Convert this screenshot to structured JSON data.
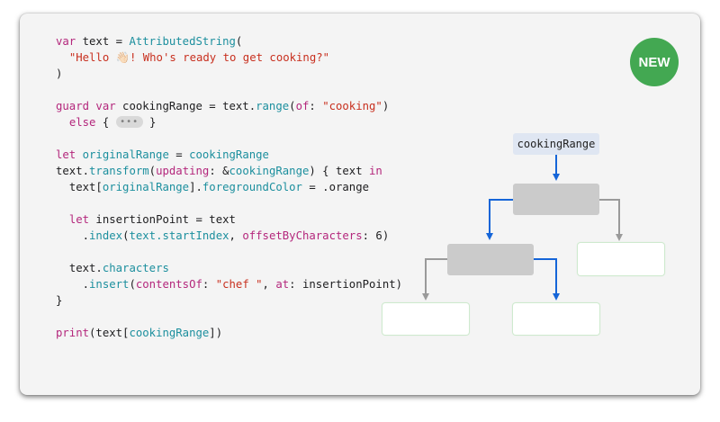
{
  "badge": {
    "label": "NEW"
  },
  "diagram": {
    "range_label": "cookingRange"
  },
  "code": {
    "l1_kw": "var",
    "l1_a": " text = ",
    "l1_type": "AttributedString",
    "l1_b": "(",
    "l2_str": "\"Hello 👋🏻! Who's ready to get cooking?\"",
    "l3": ")",
    "l5_kw": "guard var",
    "l5_a": " cookingRange = text.",
    "l5_fn": "range",
    "l5_b": "(",
    "l5_kw2": "of",
    "l5_c": ": ",
    "l5_str": "\"cooking\"",
    "l5_d": ")",
    "l6_kw": "else",
    "l6_a": " { ",
    "l6_pill": "•••",
    "l6_b": " }",
    "l8_kw": "let",
    "l8_a": " ",
    "l8_var": "originalRange",
    "l8_b": " = ",
    "l8_var2": "cookingRange",
    "l9_a": "text.",
    "l9_fn": "transform",
    "l9_b": "(",
    "l9_kw": "updating",
    "l9_c": ": &",
    "l9_var": "cookingRange",
    "l9_d": ") { text ",
    "l9_kw2": "in",
    "l10_a": "text[",
    "l10_var": "originalRange",
    "l10_b": "].",
    "l10_prop": "foregroundColor",
    "l10_c": " = .orange",
    "l12_kw": "let",
    "l12_a": " insertionPoint = text",
    "l13_a": ".",
    "l13_fn": "index",
    "l13_b": "(",
    "l13_t1": "text.startIndex",
    "l13_c": ", ",
    "l13_kw": "offsetByCharacters",
    "l13_d": ": 6)",
    "l15_a": "text.",
    "l15_prop": "characters",
    "l16_a": ".",
    "l16_fn": "insert",
    "l16_b": "(",
    "l16_kw": "contentsOf",
    "l16_c": ": ",
    "l16_str": "\"chef \"",
    "l16_d": ", ",
    "l16_kw2": "at",
    "l16_e": ": insertionPoint)",
    "l17": "}",
    "l19_fn": "print",
    "l19_a": "(text[",
    "l19_var": "cookingRange",
    "l19_b": "])"
  },
  "colors": {
    "keyword": "#b4277c",
    "string": "#c8301f",
    "type": "#1c8f9e",
    "badge": "#43a852",
    "arrow_blue": "#1565d8",
    "arrow_gray": "#9a9a9a"
  }
}
